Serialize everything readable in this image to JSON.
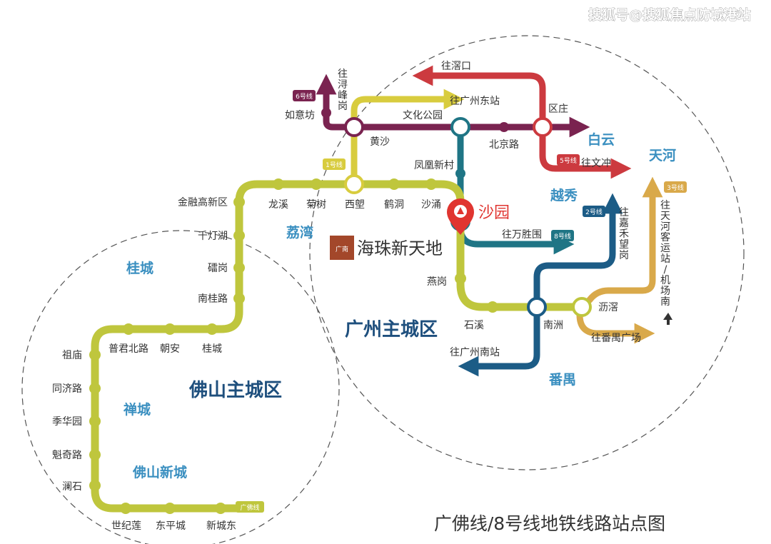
{
  "title": "广佛线/8号线地铁线路站点图",
  "watermark": "搜狐号@搜狐焦点防城港站",
  "colors": {
    "guangfo": "#bfc63d",
    "line1": "#d8cc3e",
    "line2": "#1c5c86",
    "line3": "#d9a94a",
    "line5": "#cc3a3f",
    "line6": "#7a2350",
    "line8": "#1f7585",
    "marker": "#e03530"
  },
  "badges": {
    "guangfo": "广佛线",
    "line1": "1号线",
    "line2": "2号线",
    "line3": "3号线",
    "line5": "5号线",
    "line6": "6号线",
    "line8": "8号线"
  },
  "districts": {
    "guicheng": "桂城",
    "chancheng": "禅城",
    "foshan_new_town": "佛山新城",
    "foshan_main": "佛山主城区",
    "guangzhou_main": "广州主城区",
    "liwan": "荔湾",
    "yuexiu": "越秀",
    "baiyun": "白云",
    "tianhe": "天河",
    "panyu": "番禺"
  },
  "stations": {
    "xinchengdong": "新城东",
    "dongpingcheng": "东平城",
    "shijilian": "世纪莲",
    "lanshi": "澜石",
    "kuiqilu": "魁奇路",
    "jihuayuan": "季华园",
    "tongjilu": "同济路",
    "zumiao": "祖庙",
    "pujunbeilu": "普君北路",
    "chaoan": "朝安",
    "guicheng": "桂城",
    "nanguilu": "南桂路",
    "leigang": "礌岗",
    "qiandenghu": "千灯湖",
    "jinronggaoxinqu": "金融高新区",
    "longxi": "龙溪",
    "jushu": "菊树",
    "xilang": "西塱",
    "hedong": "鹤洞",
    "shayong": "沙涌",
    "shayuan": "沙园",
    "yangang": "燕岗",
    "shixi": "石溪",
    "nanzhou": "南洲",
    "ligao": "沥滘",
    "fenghuangxincun": "凤凰新村",
    "wenhuagongyuan": "文化公园",
    "huangsha": "黄沙",
    "ruyifang": "如意坊",
    "beijinglu": "北京路",
    "ouzhuang": "区庄"
  },
  "directions": {
    "xunfenggang": "往浔峰岗",
    "guangzhou_east": "往广州东站",
    "xikou": "往滘口",
    "wenchong": "往文冲",
    "wanshengwei": "往万胜围",
    "jiahewanggang": "往嘉禾望岗",
    "tianhe_airport": "往天河客运站/机场南",
    "panyu_square": "往番禺广场",
    "guangzhou_south": "往广州南站"
  },
  "landmark": {
    "name": "海珠新天地",
    "seal": "广南"
  }
}
